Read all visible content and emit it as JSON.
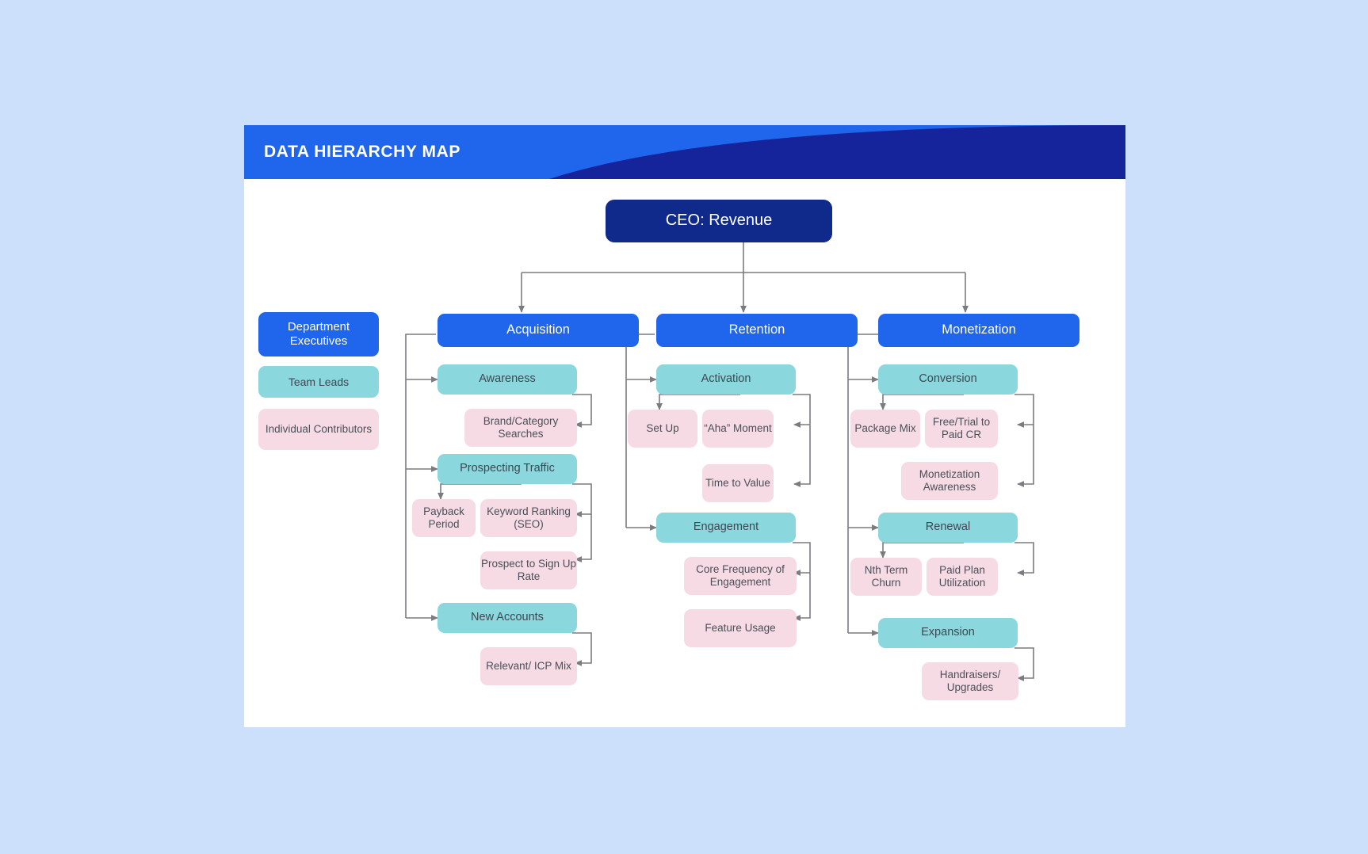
{
  "header": {
    "title": "DATA HIERARCHY MAP",
    "bg_color": "#2066ed",
    "curve_color": "#16249c"
  },
  "canvas": {
    "bg_color": "#cce0fb",
    "card_bg": "#ffffff"
  },
  "palette": {
    "ceo": "#102a8c",
    "executive": "#2066ed",
    "team_lead": "#8ad7dd",
    "individual_contributor": "#f7dbe4",
    "connector": "#7b7b80",
    "text_dark": "#3d4852",
    "text_light": "#ffffff"
  },
  "root": {
    "label": "CEO: Revenue"
  },
  "legend": {
    "items": [
      {
        "label": "Department Executives",
        "level": "executive"
      },
      {
        "label": "Team Leads",
        "level": "team_lead"
      },
      {
        "label": "Individual Contributors",
        "level": "individual_contributor"
      }
    ]
  },
  "columns": [
    {
      "id": "acquisition",
      "label": "Acquisition",
      "groups": [
        {
          "label": "Awareness",
          "metrics": [
            "Brand/Category Searches"
          ]
        },
        {
          "label": "Prospecting Traffic",
          "metrics": [
            "Payback Period",
            "Keyword Ranking (SEO)",
            "Prospect to Sign Up Rate"
          ]
        },
        {
          "label": "New Accounts",
          "metrics": [
            "Relevant/ ICP Mix"
          ]
        }
      ]
    },
    {
      "id": "retention",
      "label": "Retention",
      "groups": [
        {
          "label": "Activation",
          "metrics": [
            "Set Up",
            "“Aha” Moment",
            "Time to Value"
          ]
        },
        {
          "label": "Engagement",
          "metrics": [
            "Core Frequency of Engagement",
            "Feature Usage"
          ]
        }
      ]
    },
    {
      "id": "monetization",
      "label": "Monetization",
      "groups": [
        {
          "label": "Conversion",
          "metrics": [
            "Package Mix",
            "Free/Trial to Paid CR",
            "Monetization Awareness"
          ]
        },
        {
          "label": "Renewal",
          "metrics": [
            "Nth Term Churn",
            "Paid Plan Utilization"
          ]
        },
        {
          "label": "Expansion",
          "metrics": [
            "Handraisers/ Upgrades"
          ]
        }
      ]
    }
  ],
  "nodes": {
    "ceo": {
      "label": "CEO: Revenue"
    },
    "legend_exec": {
      "label": "Department Executives"
    },
    "legend_lead": {
      "label": "Team Leads"
    },
    "legend_ic": {
      "label": "Individual Contributors"
    },
    "acquisition": {
      "label": "Acquisition"
    },
    "retention": {
      "label": "Retention"
    },
    "monetization": {
      "label": "Monetization"
    },
    "awareness": {
      "label": "Awareness"
    },
    "brand_category": {
      "label": "Brand/Category Searches"
    },
    "prospecting_traffic": {
      "label": "Prospecting Traffic"
    },
    "payback_period": {
      "label": "Payback Period"
    },
    "keyword_ranking": {
      "label": "Keyword Ranking (SEO)"
    },
    "prospect_signup": {
      "label": "Prospect to Sign Up Rate"
    },
    "new_accounts": {
      "label": "New Accounts"
    },
    "relevant_icp": {
      "label": "Relevant/ ICP Mix"
    },
    "activation": {
      "label": "Activation"
    },
    "set_up": {
      "label": "Set Up"
    },
    "aha_moment": {
      "label": "“Aha” Moment"
    },
    "time_to_value": {
      "label": "Time to Value"
    },
    "engagement": {
      "label": "Engagement"
    },
    "core_frequency": {
      "label": "Core Frequency of Engagement"
    },
    "feature_usage": {
      "label": "Feature Usage"
    },
    "conversion": {
      "label": "Conversion"
    },
    "package_mix": {
      "label": "Package Mix"
    },
    "free_trial_paid": {
      "label": "Free/Trial to Paid CR"
    },
    "monetization_awareness": {
      "label": "Monetization Awareness"
    },
    "renewal": {
      "label": "Renewal"
    },
    "nth_term_churn": {
      "label": "Nth Term Churn"
    },
    "paid_plan_util": {
      "label": "Paid Plan Utilization"
    },
    "expansion": {
      "label": "Expansion"
    },
    "handraisers": {
      "label": "Handraisers/ Upgrades"
    }
  }
}
